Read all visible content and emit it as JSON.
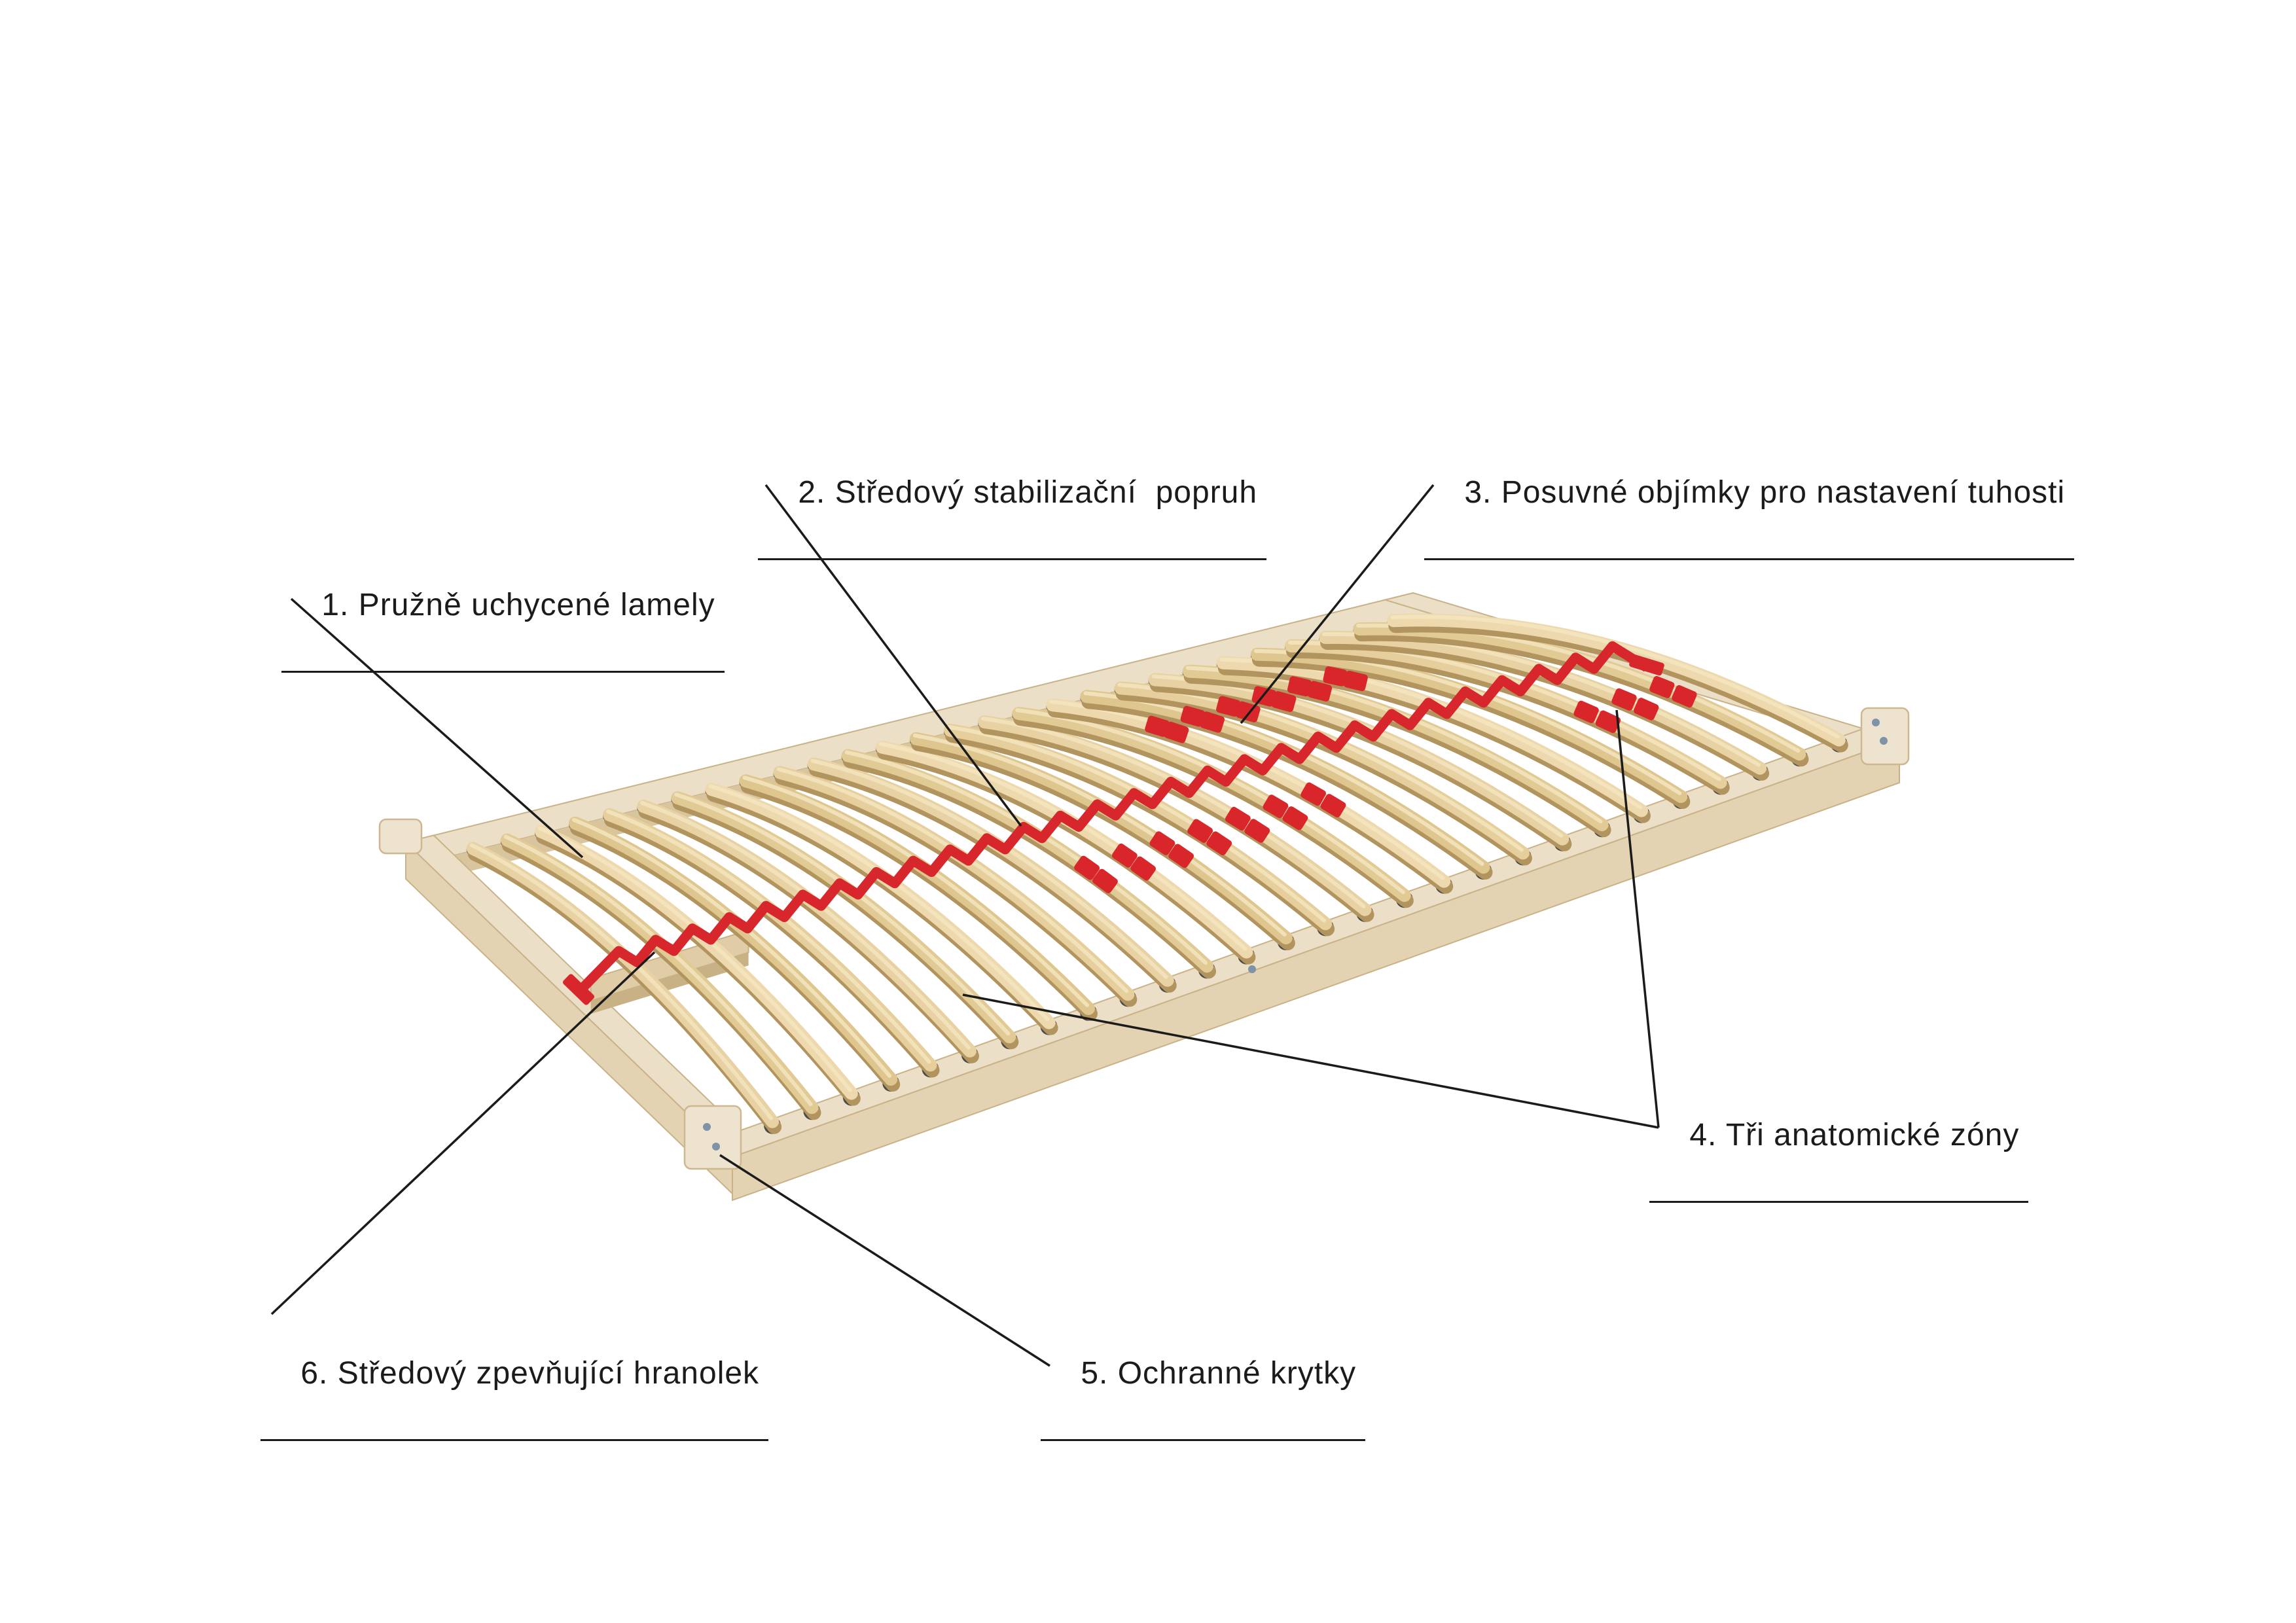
{
  "diagram": {
    "labels": [
      {
        "id": "1",
        "text": "1. Pružně uchycené lamely"
      },
      {
        "id": "2",
        "text": "2. Středový stabilizační  popruh"
      },
      {
        "id": "3",
        "text": "3. Posuvné objímky pro nastavení tuhosti"
      },
      {
        "id": "4",
        "text": "4. Tři anatomické zóny"
      },
      {
        "id": "5",
        "text": "5. Ochranné krytky"
      },
      {
        "id": "6",
        "text": "6. Středový zpevňující hranolek"
      }
    ],
    "colors": {
      "background": "#ffffff",
      "line": "#1b1b1b",
      "strap_red": "#d7272d",
      "clip_red": "#d8262b",
      "slat_wood": "#e8d2a4",
      "frame_wood": "#ebdfc7"
    }
  }
}
